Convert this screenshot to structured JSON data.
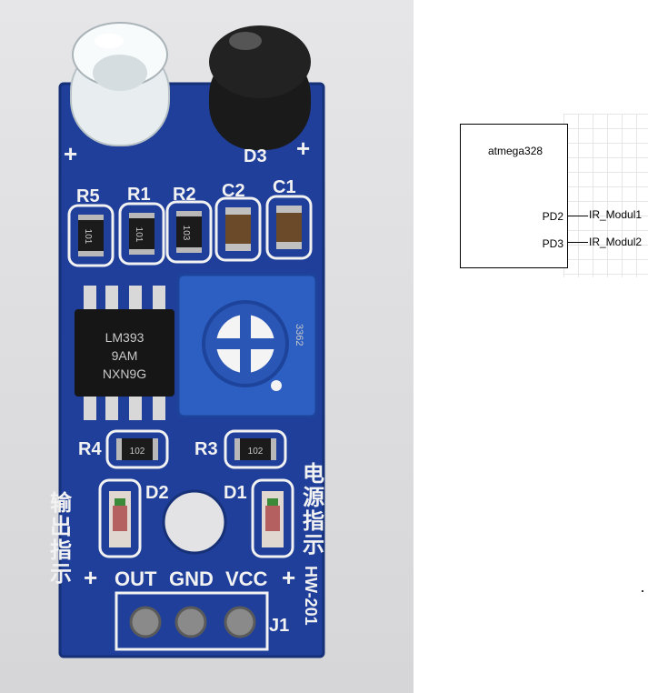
{
  "board": {
    "labels": {
      "r5": "R5",
      "r1": "R1",
      "r2": "R2",
      "c2": "C2",
      "c1": "C1",
      "r4": "R4",
      "r3": "R3",
      "d2": "D2",
      "d1": "D1",
      "d3": "D3",
      "out": "OUT",
      "gnd": "GND",
      "vcc": "VCC",
      "model": "HW-201",
      "j1": "J1",
      "output_cn": "输出指示",
      "power_cn": "电源指示",
      "plus": "+"
    },
    "chip_codes": {
      "r5": "101",
      "r1": "101",
      "r2": "103",
      "r4": "102",
      "r3": "102",
      "ic_line1": "LM393",
      "ic_line2": "9AM",
      "ic_line3": "NXN9G",
      "trimmer": "3362"
    },
    "colors": {
      "pcb": "#1f3f9a",
      "trimmer": "#2d5fc2",
      "silkscreen": "#f2f2f2"
    }
  },
  "schematic": {
    "component": "atmega328",
    "pins": [
      {
        "name": "PD2",
        "net": "IR_Modul1"
      },
      {
        "name": "PD3",
        "net": "IR_Modul2"
      }
    ]
  }
}
